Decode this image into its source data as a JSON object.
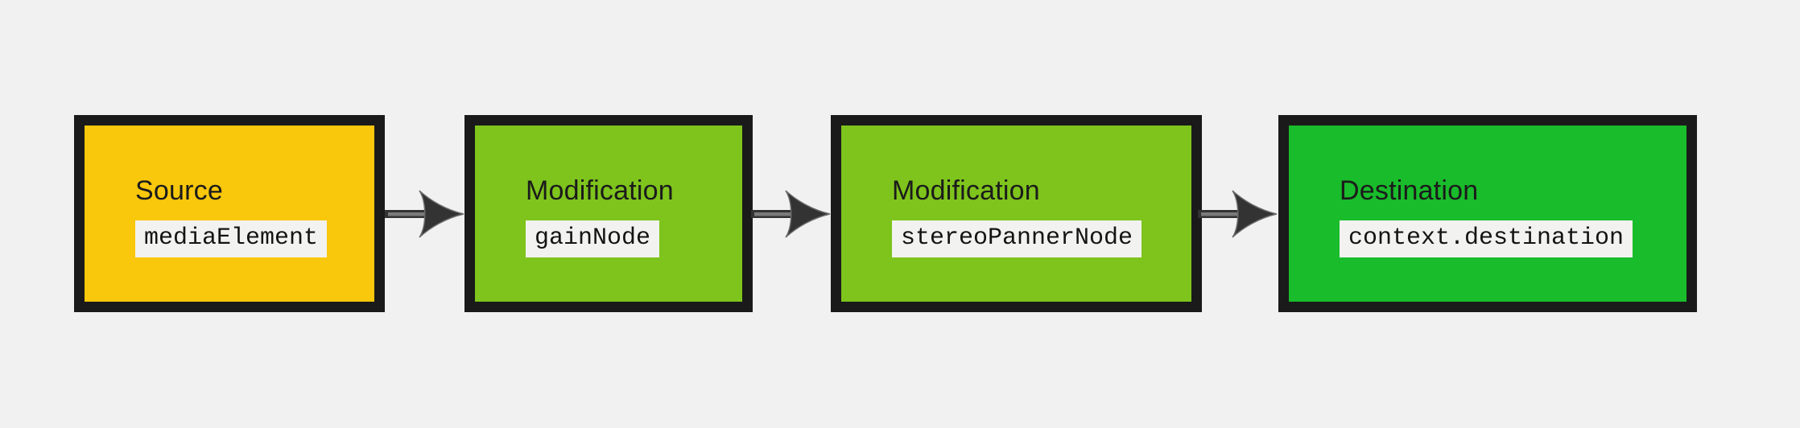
{
  "diagram": {
    "description": "Audio processing graph flow diagram",
    "background_color": "#f1f1f1",
    "node_border_color": "#1a1a1a",
    "arrow_color": "#333333",
    "arrow_highlight_color": "#7a7a7a",
    "code_label_background": "#f2f2f0",
    "nodes": [
      {
        "role": "source",
        "title": "Source",
        "code": "mediaElement",
        "fill": "#f9c70b"
      },
      {
        "role": "modification",
        "title": "Modification",
        "code": "gainNode",
        "fill": "#7ec41c"
      },
      {
        "role": "modification",
        "title": "Modification",
        "code": "stereoPannerNode",
        "fill": "#7ec41c"
      },
      {
        "role": "destination",
        "title": "Destination",
        "code": "context.destination",
        "fill": "#19bc2b"
      }
    ]
  }
}
